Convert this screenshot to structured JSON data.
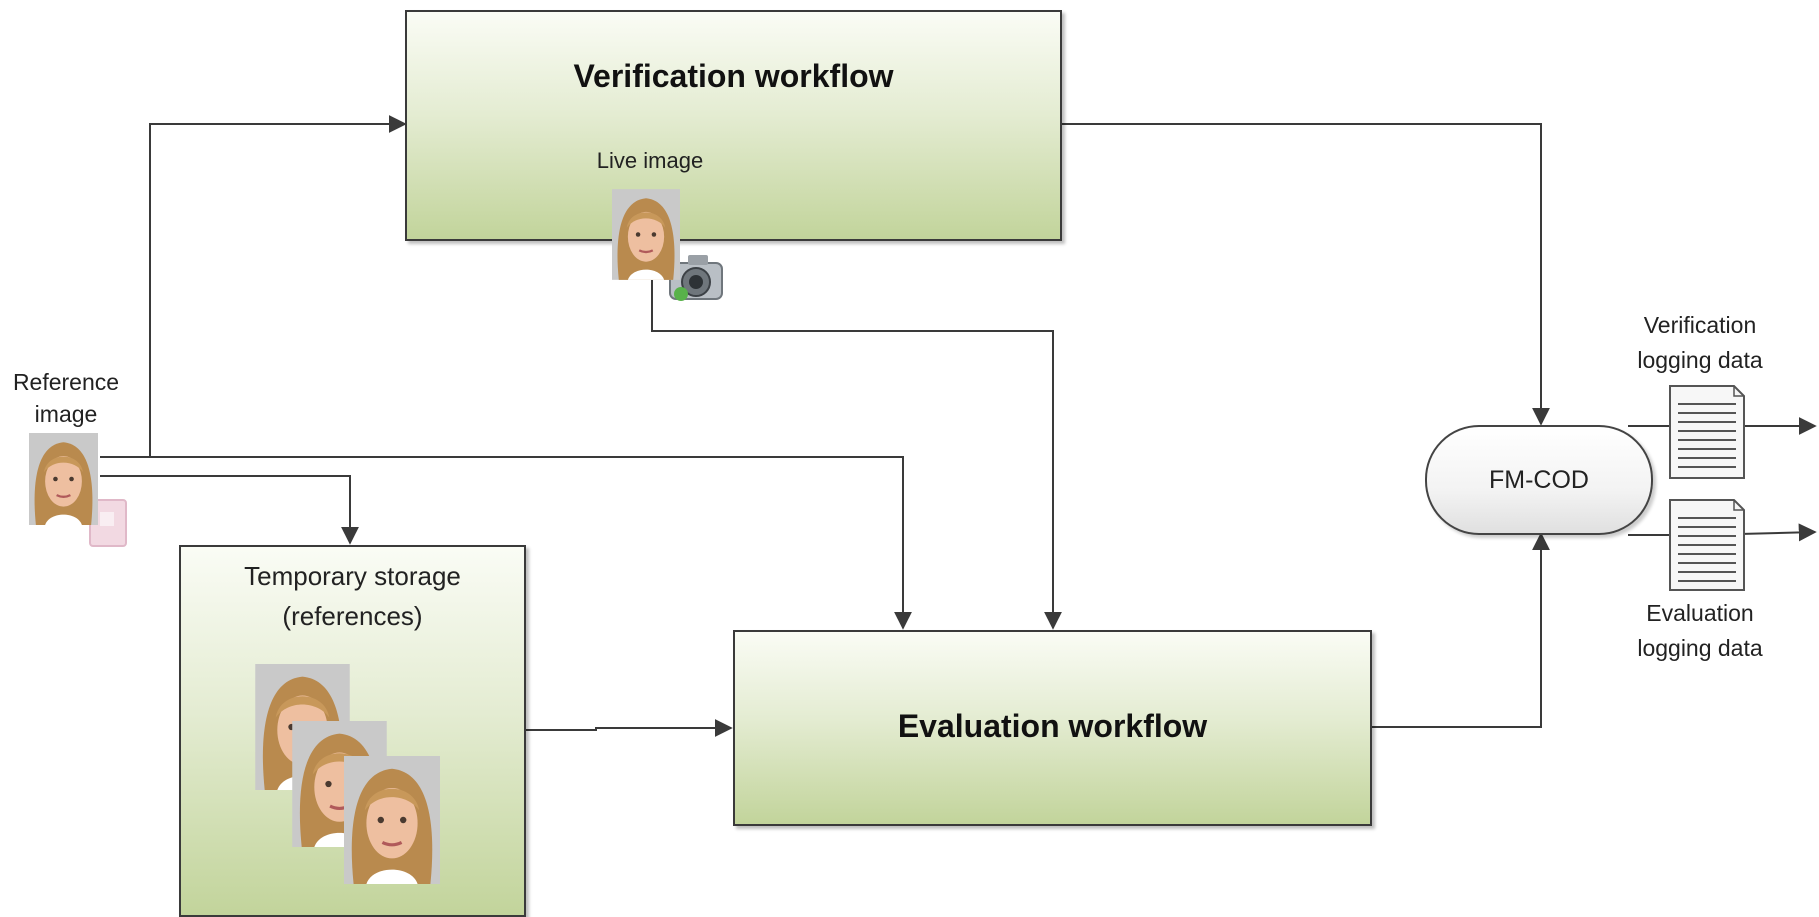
{
  "diagram": {
    "verification_workflow": {
      "title": "Verification workflow",
      "live_image_label": "Live image"
    },
    "evaluation_workflow": {
      "title": "Evaluation workflow"
    },
    "temporary_storage": {
      "title_line1": "Temporary storage",
      "title_line2": "(references)"
    },
    "reference_image": {
      "label_line1": "Reference",
      "label_line2": "image"
    },
    "fm_cod": {
      "label": "FM-COD"
    },
    "verification_logging": {
      "label_line1": "Verification",
      "label_line2": "logging data"
    },
    "evaluation_logging": {
      "label_line1": "Evaluation",
      "label_line2": "logging data"
    },
    "colors": {
      "box_top": "#fafcf5",
      "box_bottom": "#c2d49b",
      "stroke": "#3a3a3a"
    }
  }
}
